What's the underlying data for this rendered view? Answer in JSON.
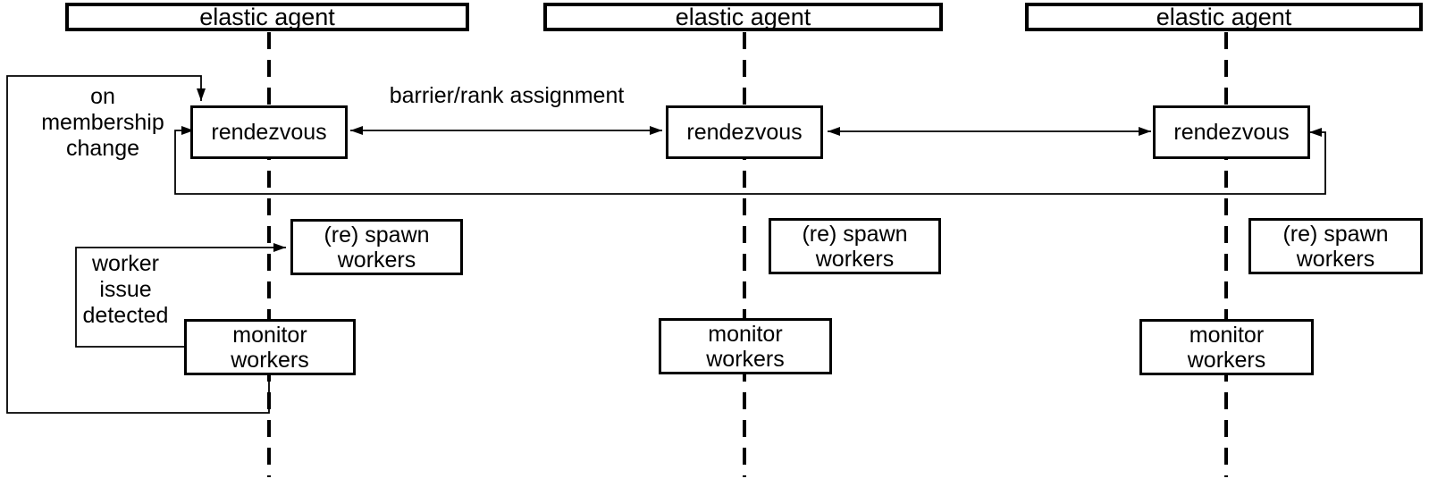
{
  "colors": {
    "ink": "#000000",
    "paper": "#ffffff"
  },
  "columns": [
    {
      "agent_title": "elastic agent",
      "rendezvous": "rendezvous",
      "spawn": "(re) spawn\nworkers",
      "monitor": "monitor\nworkers"
    },
    {
      "agent_title": "elastic agent",
      "rendezvous": "rendezvous",
      "spawn": "(re) spawn\nworkers",
      "monitor": "monitor\nworkers"
    },
    {
      "agent_title": "elastic agent",
      "rendezvous": "rendezvous",
      "spawn": "(re) spawn\nworkers",
      "monitor": "monitor\nworkers"
    }
  ],
  "annotations": {
    "on_membership_change": "on\nmembership\nchange",
    "worker_issue_detected": "worker\nissue\ndetected",
    "barrier_rank_assignment": "barrier/rank assignment"
  }
}
